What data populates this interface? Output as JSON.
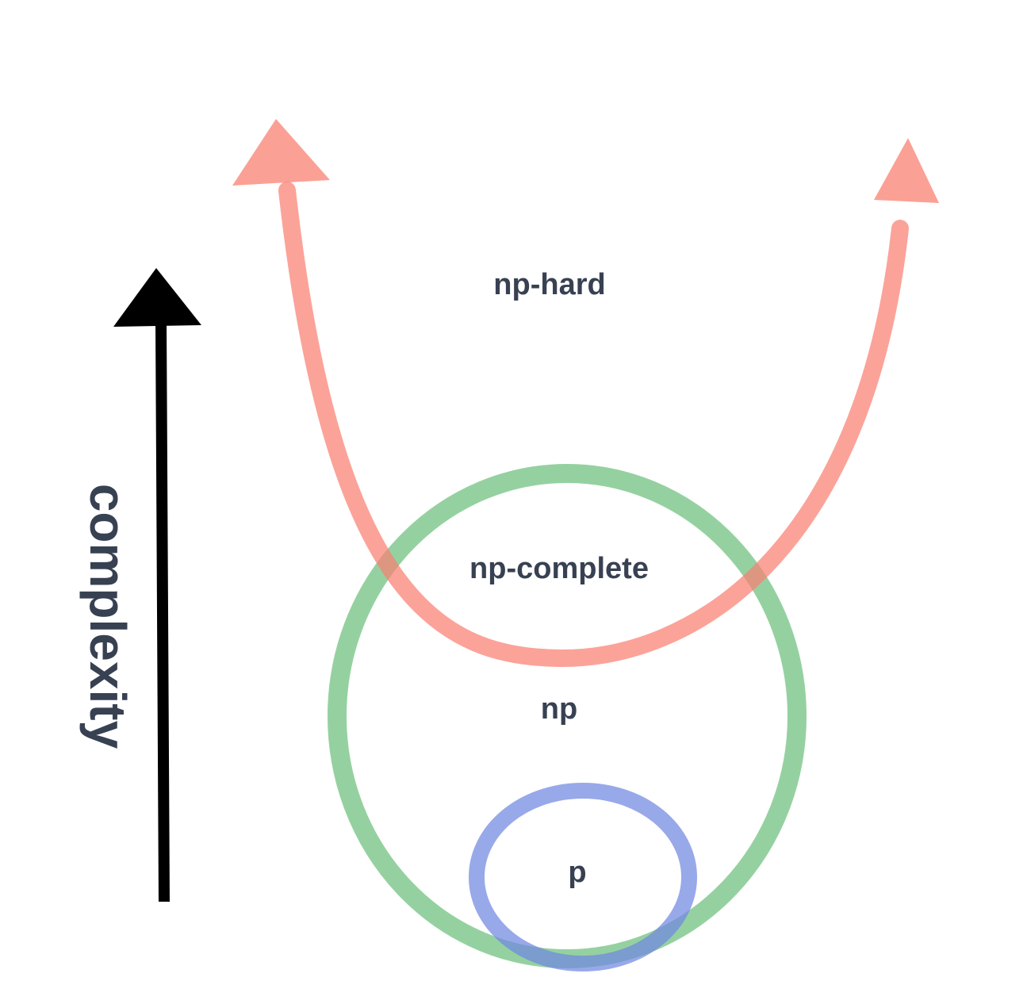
{
  "labels": {
    "np_hard": "np-hard",
    "np_complete": "np-complete",
    "np": "np",
    "p": "p",
    "axis": "complexity"
  },
  "colors": {
    "np_hard_curve": "#fa8072",
    "np_circle": "#6cbf7c",
    "p_circle": "#7088e0",
    "axis_arrow": "#000000",
    "text": "#384152"
  }
}
